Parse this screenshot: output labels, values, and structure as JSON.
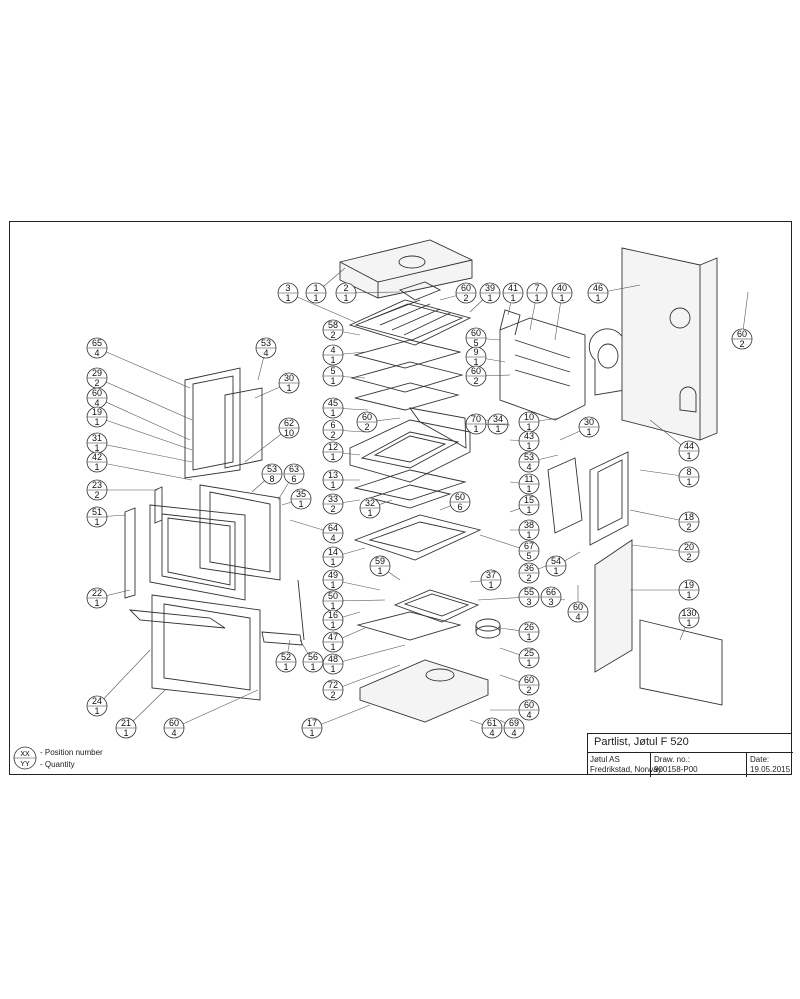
{
  "title_block": {
    "title": "Partlist, Jøtul F 520",
    "company_line1": "Jøtul AS",
    "company_line2": "Fredrikstad, Norway",
    "draw_no_label": "Draw. no.:",
    "draw_no": "900158-P00",
    "date_label": "Date:",
    "date": "19.05.2015"
  },
  "legend": {
    "pos_symbol": "XX",
    "qty_symbol": "YY",
    "pos_text": "- Position number",
    "qty_text": "- Quantity"
  },
  "callouts": [
    {
      "pos": "1",
      "qty": "1"
    },
    {
      "pos": "3",
      "qty": "1"
    },
    {
      "pos": "2",
      "qty": "1"
    },
    {
      "pos": "60",
      "qty": "2"
    },
    {
      "pos": "39",
      "qty": "1"
    },
    {
      "pos": "41",
      "qty": "1"
    },
    {
      "pos": "7",
      "qty": "1"
    },
    {
      "pos": "40",
      "qty": "1"
    },
    {
      "pos": "46",
      "qty": "1"
    },
    {
      "pos": "60",
      "qty": "2"
    },
    {
      "pos": "58",
      "qty": "2"
    },
    {
      "pos": "65",
      "qty": "4"
    },
    {
      "pos": "53",
      "qty": "4"
    },
    {
      "pos": "4",
      "qty": "1"
    },
    {
      "pos": "60",
      "qty": "5"
    },
    {
      "pos": "9",
      "qty": "1"
    },
    {
      "pos": "29",
      "qty": "2"
    },
    {
      "pos": "30",
      "qty": "1"
    },
    {
      "pos": "5",
      "qty": "1"
    },
    {
      "pos": "60",
      "qty": "2"
    },
    {
      "pos": "60",
      "qty": "4"
    },
    {
      "pos": "45",
      "qty": "1"
    },
    {
      "pos": "19",
      "qty": "1"
    },
    {
      "pos": "60",
      "qty": "2"
    },
    {
      "pos": "62",
      "qty": "10"
    },
    {
      "pos": "34",
      "qty": "1"
    },
    {
      "pos": "10",
      "qty": "1"
    },
    {
      "pos": "6",
      "qty": "2"
    },
    {
      "pos": "70",
      "qty": "1"
    },
    {
      "pos": "30",
      "qty": "1"
    },
    {
      "pos": "43",
      "qty": "1"
    },
    {
      "pos": "44",
      "qty": "1"
    },
    {
      "pos": "31",
      "qty": "1"
    },
    {
      "pos": "12",
      "qty": "1"
    },
    {
      "pos": "53",
      "qty": "4"
    },
    {
      "pos": "42",
      "qty": "1"
    },
    {
      "pos": "53",
      "qty": "8"
    },
    {
      "pos": "63",
      "qty": "6"
    },
    {
      "pos": "8",
      "qty": "1"
    },
    {
      "pos": "13",
      "qty": "1"
    },
    {
      "pos": "11",
      "qty": "1"
    },
    {
      "pos": "23",
      "qty": "2"
    },
    {
      "pos": "35",
      "qty": "1"
    },
    {
      "pos": "33",
      "qty": "2"
    },
    {
      "pos": "32",
      "qty": "1"
    },
    {
      "pos": "60",
      "qty": "6"
    },
    {
      "pos": "15",
      "qty": "1"
    },
    {
      "pos": "51",
      "qty": "1"
    },
    {
      "pos": "64",
      "qty": "4"
    },
    {
      "pos": "38",
      "qty": "1"
    },
    {
      "pos": "18",
      "qty": "2"
    },
    {
      "pos": "14",
      "qty": "1"
    },
    {
      "pos": "67",
      "qty": "5"
    },
    {
      "pos": "20",
      "qty": "2"
    },
    {
      "pos": "36",
      "qty": "2"
    },
    {
      "pos": "54",
      "qty": "1"
    },
    {
      "pos": "59",
      "qty": "1"
    },
    {
      "pos": "49",
      "qty": "1"
    },
    {
      "pos": "37",
      "qty": "1"
    },
    {
      "pos": "22",
      "qty": "1"
    },
    {
      "pos": "50",
      "qty": "1"
    },
    {
      "pos": "55",
      "qty": "3"
    },
    {
      "pos": "66",
      "qty": "3"
    },
    {
      "pos": "60",
      "qty": "4"
    },
    {
      "pos": "19",
      "qty": "1"
    },
    {
      "pos": "16",
      "qty": "1"
    },
    {
      "pos": "130",
      "qty": "1"
    },
    {
      "pos": "26",
      "qty": "1"
    },
    {
      "pos": "47",
      "qty": "1"
    },
    {
      "pos": "52",
      "qty": "1"
    },
    {
      "pos": "56",
      "qty": "1"
    },
    {
      "pos": "48",
      "qty": "1"
    },
    {
      "pos": "25",
      "qty": "1"
    },
    {
      "pos": "72",
      "qty": "2"
    },
    {
      "pos": "60",
      "qty": "2"
    },
    {
      "pos": "24",
      "qty": "1"
    },
    {
      "pos": "60",
      "qty": "4"
    },
    {
      "pos": "21",
      "qty": "1"
    },
    {
      "pos": "60",
      "qty": "4"
    },
    {
      "pos": "17",
      "qty": "1"
    },
    {
      "pos": "61",
      "qty": "4"
    },
    {
      "pos": "69",
      "qty": "4"
    }
  ]
}
